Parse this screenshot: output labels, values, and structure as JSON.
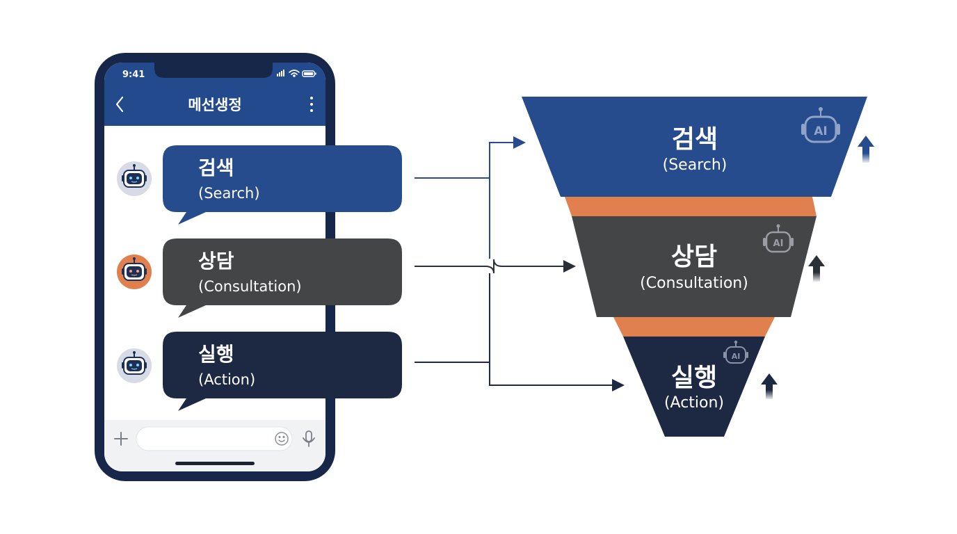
{
  "phone": {
    "status_time": "9:41",
    "title": "메선생정"
  },
  "stages": [
    {
      "ko": "검색",
      "en": "(Search)"
    },
    {
      "ko": "상담",
      "en": "(Consultation)"
    },
    {
      "ko": "실행",
      "en": "(Action)"
    }
  ],
  "ai_badge": "AI",
  "colors": {
    "navy_frame": "#16274a",
    "header_blue": "#234a8c",
    "search_blue": "#264c8d",
    "consult_gray": "#444547",
    "action_navy": "#1d2942",
    "orange": "#e0804f",
    "connector": "#264c8d"
  }
}
